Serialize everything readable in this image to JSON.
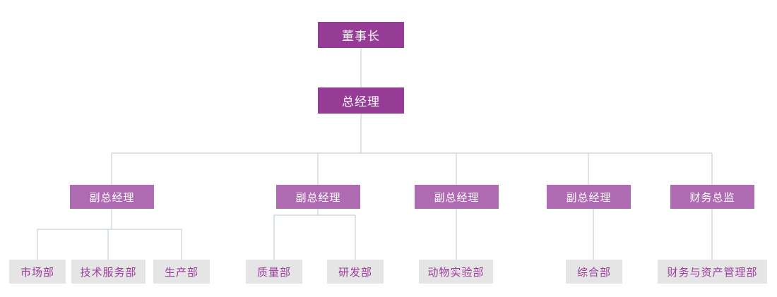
{
  "chart_data": {
    "type": "diagram",
    "title": "",
    "diagram_kind": "organizational-chart",
    "orientation": "top-down",
    "colors": {
      "executive_box": "#963C96",
      "executive_text": "#FFFFFF",
      "vp_box": "#AE6BB2",
      "vp_text": "#FFFFFF",
      "department_box": "#E5E5E5",
      "department_text": "#9B3C9B",
      "connector_line": "#B8C8D2",
      "background": "#FFFFFF"
    },
    "levels": [
      {
        "level": 1,
        "nodes": [
          {
            "id": "chairman",
            "label": "董事长"
          }
        ]
      },
      {
        "level": 2,
        "nodes": [
          {
            "id": "gm",
            "label": "总经理",
            "parent": "chairman"
          }
        ]
      },
      {
        "level": 3,
        "nodes": [
          {
            "id": "vp1",
            "label": "副总经理",
            "parent": "gm"
          },
          {
            "id": "vp2",
            "label": "副总经理",
            "parent": "gm"
          },
          {
            "id": "vp3",
            "label": "副总经理",
            "parent": "gm"
          },
          {
            "id": "vp4",
            "label": "副总经理",
            "parent": "gm"
          },
          {
            "id": "cfo",
            "label": "财务总监",
            "parent": "gm"
          }
        ]
      },
      {
        "level": 4,
        "nodes": [
          {
            "id": "dept1",
            "label": "市场部",
            "parent": "vp1"
          },
          {
            "id": "dept2",
            "label": "技术服务部",
            "parent": "vp1"
          },
          {
            "id": "dept3",
            "label": "生产部",
            "parent": "vp1"
          },
          {
            "id": "dept4",
            "label": "质量部",
            "parent": "vp2"
          },
          {
            "id": "dept5",
            "label": "研发部",
            "parent": "vp2"
          },
          {
            "id": "dept6",
            "label": "动物实验部",
            "parent": "vp3"
          },
          {
            "id": "dept7",
            "label": "综合部",
            "parent": "vp4"
          },
          {
            "id": "dept8",
            "label": "财务与资产管理部",
            "parent": "cfo"
          }
        ]
      }
    ]
  },
  "nodes": {
    "chairman": {
      "label": "董事长"
    },
    "gm": {
      "label": "总经理"
    },
    "vp1": {
      "label": "副总经理"
    },
    "vp2": {
      "label": "副总经理"
    },
    "vp3": {
      "label": "副总经理"
    },
    "vp4": {
      "label": "副总经理"
    },
    "cfo": {
      "label": "财务总监"
    },
    "dept1": {
      "label": "市场部"
    },
    "dept2": {
      "label": "技术服务部"
    },
    "dept3": {
      "label": "生产部"
    },
    "dept4": {
      "label": "质量部"
    },
    "dept5": {
      "label": "研发部"
    },
    "dept6": {
      "label": "动物实验部"
    },
    "dept7": {
      "label": "综合部"
    },
    "dept8": {
      "label": "财务与资产管理部"
    }
  }
}
